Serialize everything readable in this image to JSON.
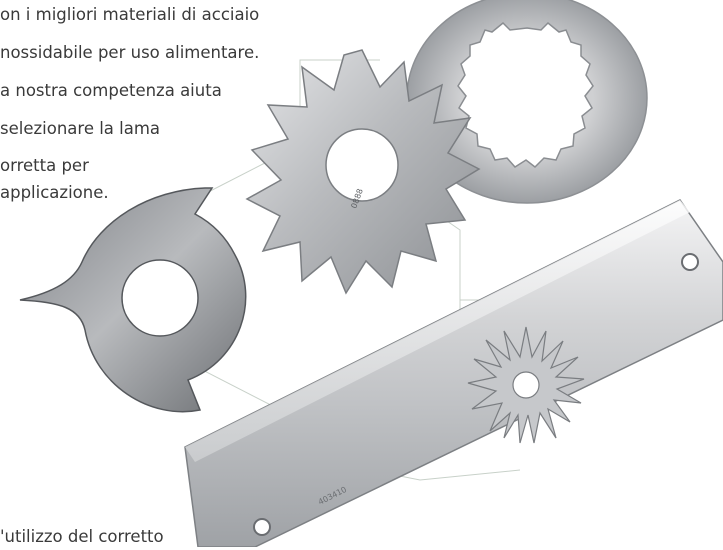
{
  "intro_text": {
    "lines": [
      "on i migliori materiali di acciaio",
      "nossidabile per uso alimentare.",
      "a nostra competenza aiuta",
      " selezionare la lama",
      "orretta per",
      "applicazione."
    ]
  },
  "bottom_text": "'utilizzo del corretto",
  "blade_markings": {
    "star_blade": "0888",
    "long_blade": "403410"
  },
  "colors": {
    "steel_light": "#d9dadc",
    "steel_mid": "#a9abae",
    "steel_dark": "#6f7276",
    "outline_line": "#c8d1c9",
    "text": "#3a3a3a"
  }
}
